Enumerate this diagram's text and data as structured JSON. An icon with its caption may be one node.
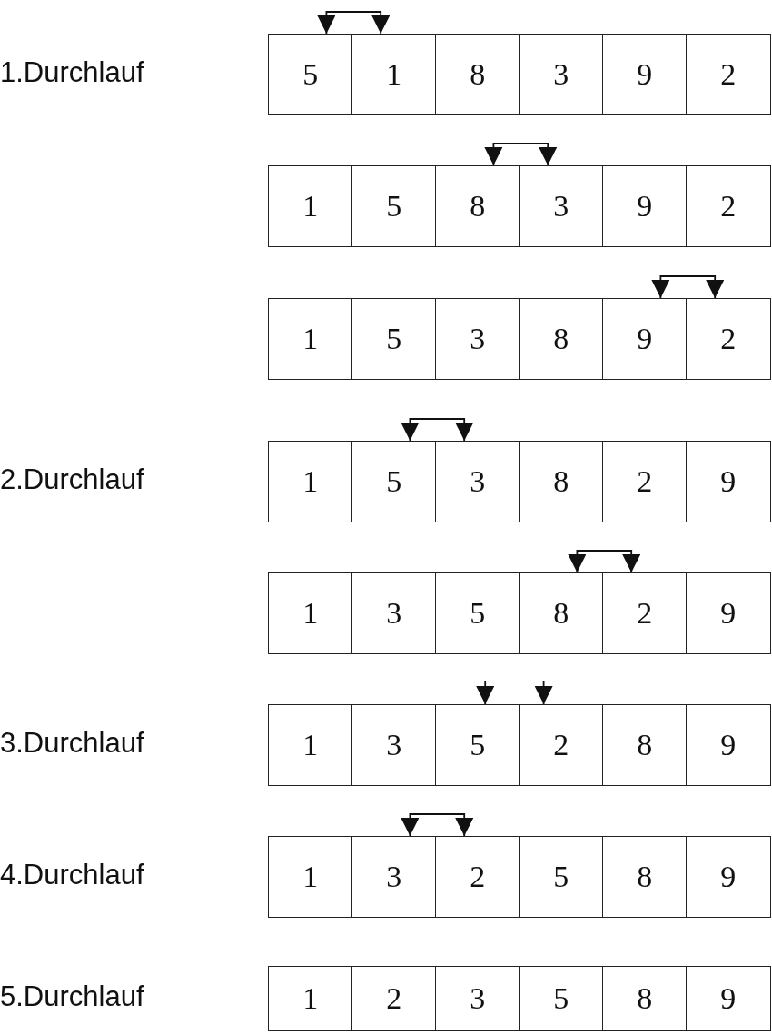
{
  "diagram": {
    "nodes": [
      {
        "text": [
          "5"
        ]
      },
      {
        "text": [
          "1"
        ]
      },
      {
        "text": [
          "8"
        ]
      },
      {
        "text": [
          "3"
        ]
      },
      {
        "text": [
          "9"
        ]
      },
      {
        "text": [
          "2"
        ]
      },
      {
        "text": [
          "1"
        ]
      },
      {
        "text": [
          "5"
        ]
      },
      {
        "text": [
          "8"
        ]
      },
      {
        "text": [
          "3"
        ]
      },
      {
        "text": [
          "9"
        ]
      },
      {
        "text": [
          "2"
        ]
      },
      {
        "text": [
          "1"
        ]
      },
      {
        "text": [
          "5"
        ]
      },
      {
        "text": [
          "3"
        ]
      },
      {
        "text": [
          "8"
        ]
      },
      {
        "text": [
          "9"
        ]
      },
      {
        "text": [
          "2"
        ]
      },
      {
        "text": [
          "1"
        ]
      },
      {
        "text": [
          "5"
        ]
      },
      {
        "text": [
          "3"
        ]
      },
      {
        "text": [
          "8"
        ]
      },
      {
        "text": [
          "2"
        ]
      },
      {
        "text": [
          "9"
        ]
      },
      {
        "text": [
          "1"
        ]
      },
      {
        "text": [
          "3"
        ]
      },
      {
        "text": [
          "5"
        ]
      },
      {
        "text": [
          "8"
        ]
      },
      {
        "text": [
          "2"
        ]
      },
      {
        "text": [
          "9"
        ]
      },
      {
        "text": [
          "1"
        ]
      },
      {
        "text": [
          "3"
        ]
      },
      {
        "text": [
          "5"
        ]
      },
      {
        "text": [
          "2"
        ]
      },
      {
        "text": [
          "8"
        ]
      },
      {
        "text": [
          "9"
        ]
      },
      {
        "text": [
          "1"
        ]
      },
      {
        "text": [
          "3"
        ]
      },
      {
        "text": [
          "2"
        ]
      },
      {
        "text": [
          "5"
        ]
      },
      {
        "text": [
          "8"
        ]
      },
      {
        "text": [
          "9"
        ]
      },
      {
        "text": [
          "1"
        ]
      },
      {
        "text": [
          "2"
        ]
      },
      {
        "text": [
          "3"
        ]
      },
      {
        "text": [
          "5"
        ]
      },
      {
        "text": [
          "8"
        ]
      },
      {
        "text": [
          "9"
        ]
      }
    ],
    "edges": [
      {
        "from": 0,
        "to": 1,
        "arrow": "both"
      },
      {
        "from": 8,
        "to": 9,
        "arrow": "both"
      },
      {
        "from": 16,
        "to": 17,
        "arrow": "both"
      },
      {
        "from": 19,
        "to": 20,
        "arrow": "both"
      },
      {
        "from": 27,
        "to": 28,
        "arrow": "both"
      },
      {
        "from": null,
        "to": 32,
        "arrow": "to"
      },
      {
        "from": null,
        "to": 33,
        "arrow": "to"
      },
      {
        "from": 37,
        "to": 38,
        "arrow": "both"
      }
    ],
    "labels": [
      "1.Durchlauf",
      "2.Durchlauf",
      "3.Durchlauf",
      "4.Durchlauf",
      "5.Durchlauf"
    ]
  }
}
